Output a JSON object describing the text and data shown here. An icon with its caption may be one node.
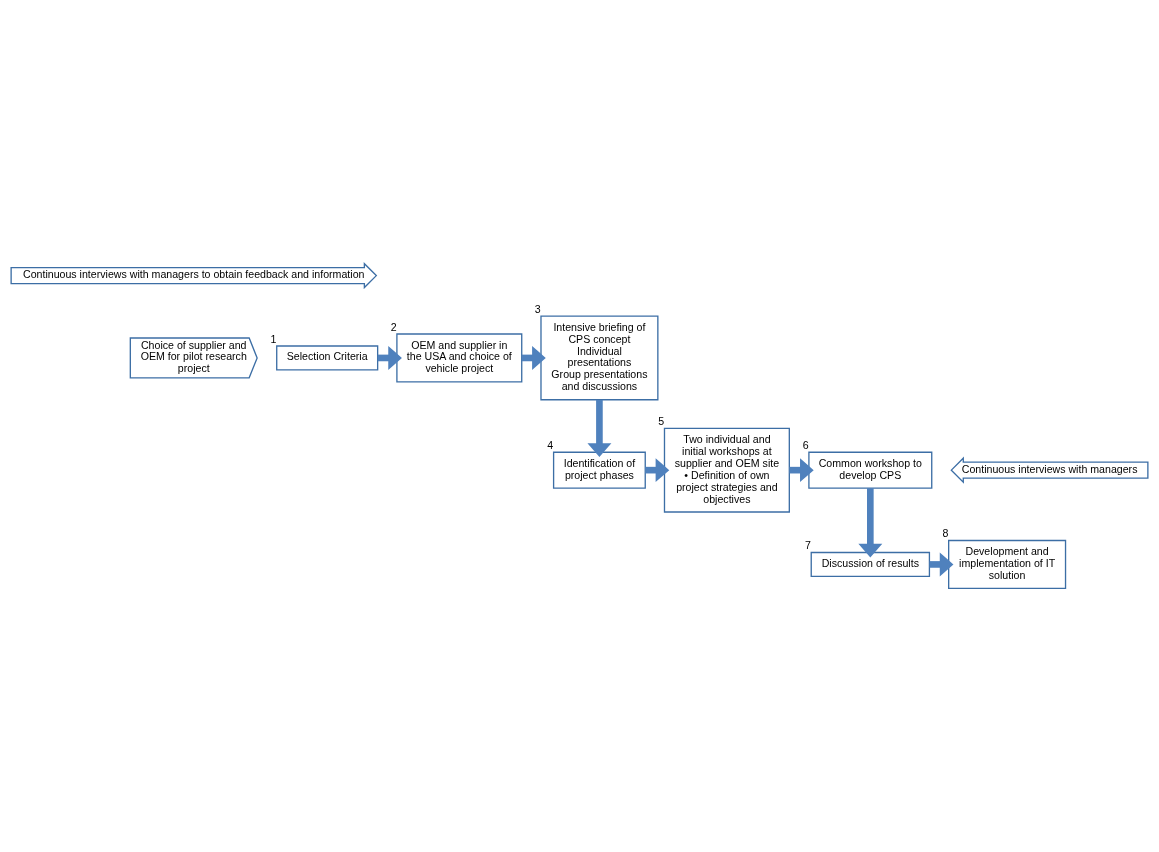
{
  "diagram": {
    "nodes": [
      {
        "text": [
          "Continuous interviews with managers to obtain feedback and information"
        ]
      },
      {
        "text": [
          "Choice of supplier and OEM for pilot research project"
        ]
      },
      {
        "text": [
          "Selection Criteria"
        ],
        "beside": [
          "1"
        ]
      },
      {
        "text": [
          "OEM and supplier in the USA and choice of vehicle project"
        ],
        "beside": [
          "2"
        ]
      },
      {
        "text": [
          "Intensive briefing of CPS concept",
          "Individual presentations",
          "Group presentations and discussions"
        ],
        "beside": [
          "3"
        ]
      },
      {
        "text": [
          "Continuous interviews with managers"
        ]
      },
      {
        "text": [
          "Identification of project phases"
        ],
        "beside": [
          "4"
        ]
      },
      {
        "text": [
          "Two individual and initial workshops at supplier and OEM site",
          "• Definition of own project strategies and objectives"
        ],
        "beside": [
          "5"
        ]
      },
      {
        "text": [
          "Common workshop to develop CPS"
        ],
        "beside": [
          "6"
        ]
      },
      {
        "text": [
          "Discussion of results"
        ],
        "beside": [
          "7"
        ]
      },
      {
        "text": [
          "Development and implementation of IT solution"
        ],
        "beside": [
          "8"
        ]
      }
    ],
    "edges": [
      {
        "from": 2,
        "to": 3,
        "arrow": "to"
      },
      {
        "from": 3,
        "to": 4,
        "arrow": "to"
      },
      {
        "from": 4,
        "to": 6,
        "arrow": "to"
      },
      {
        "from": 6,
        "to": 7,
        "arrow": "to"
      },
      {
        "from": 7,
        "to": 8,
        "arrow": "to"
      },
      {
        "from": 8,
        "to": 9,
        "arrow": "to"
      },
      {
        "from": 9,
        "to": 10,
        "arrow": "to"
      }
    ]
  }
}
